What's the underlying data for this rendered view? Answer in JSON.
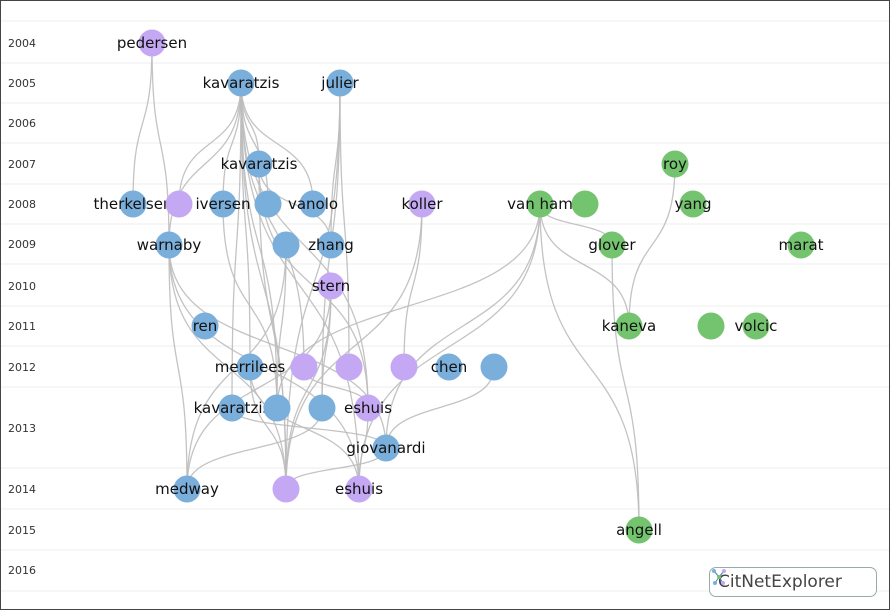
{
  "colors": {
    "blue": "#7aaedb",
    "purple": "#c5a8f3",
    "green": "#74c46f",
    "edge": "#bdbdbd"
  },
  "years": [
    "2004",
    "2005",
    "2006",
    "2007",
    "2008",
    "2009",
    "2010",
    "2011",
    "2012",
    "2013",
    "2014",
    "2015",
    "2016"
  ],
  "nodes": [
    {
      "id": "pedersen",
      "label": "pedersen",
      "cluster": "purple"
    },
    {
      "id": "kavaratzis2005",
      "label": "kavaratzis",
      "cluster": "blue"
    },
    {
      "id": "julier",
      "label": "julier",
      "cluster": "blue"
    },
    {
      "id": "kavaratzis2007",
      "label": "kavaratzis",
      "cluster": "blue"
    },
    {
      "id": "roy",
      "label": "roy",
      "cluster": "green"
    },
    {
      "id": "therkelsen",
      "label": "therkelsen",
      "cluster": "blue"
    },
    {
      "id": "p2008",
      "label": "",
      "cluster": "purple"
    },
    {
      "id": "iversen",
      "label": "iversen",
      "cluster": "blue"
    },
    {
      "id": "b2008",
      "label": "",
      "cluster": "blue"
    },
    {
      "id": "vanolo",
      "label": "vanolo",
      "cluster": "blue"
    },
    {
      "id": "koller",
      "label": "koller",
      "cluster": "purple"
    },
    {
      "id": "vanham",
      "label": "van ham",
      "cluster": "green"
    },
    {
      "id": "g2008",
      "label": "",
      "cluster": "green"
    },
    {
      "id": "yang",
      "label": "yang",
      "cluster": "green"
    },
    {
      "id": "warnaby",
      "label": "warnaby",
      "cluster": "blue"
    },
    {
      "id": "b2009",
      "label": "",
      "cluster": "blue"
    },
    {
      "id": "zhang",
      "label": "zhang",
      "cluster": "blue"
    },
    {
      "id": "glover",
      "label": "glover",
      "cluster": "green"
    },
    {
      "id": "marat",
      "label": "marat",
      "cluster": "green"
    },
    {
      "id": "stern",
      "label": "stern",
      "cluster": "purple"
    },
    {
      "id": "ren",
      "label": "ren",
      "cluster": "blue"
    },
    {
      "id": "kaneva",
      "label": "kaneva",
      "cluster": "green"
    },
    {
      "id": "g2011",
      "label": "",
      "cluster": "green"
    },
    {
      "id": "volcic",
      "label": "volcic",
      "cluster": "green"
    },
    {
      "id": "merrilees",
      "label": "merrilees",
      "cluster": "blue"
    },
    {
      "id": "p2012a",
      "label": "",
      "cluster": "purple"
    },
    {
      "id": "p2012b",
      "label": "",
      "cluster": "purple"
    },
    {
      "id": "p2012c",
      "label": "",
      "cluster": "purple"
    },
    {
      "id": "chen",
      "label": "chen",
      "cluster": "blue"
    },
    {
      "id": "b2012",
      "label": "",
      "cluster": "blue"
    },
    {
      "id": "kavaratzis2013",
      "label": "kavaratzis",
      "cluster": "blue"
    },
    {
      "id": "b2013a",
      "label": "",
      "cluster": "blue"
    },
    {
      "id": "b2013b",
      "label": "",
      "cluster": "blue"
    },
    {
      "id": "eshuis2013",
      "label": "eshuis",
      "cluster": "purple"
    },
    {
      "id": "giovanardi",
      "label": "giovanardi",
      "cluster": "blue"
    },
    {
      "id": "medway",
      "label": "medway",
      "cluster": "blue"
    },
    {
      "id": "p2014",
      "label": "",
      "cluster": "purple"
    },
    {
      "id": "eshuis2014",
      "label": "eshuis",
      "cluster": "purple"
    },
    {
      "id": "angell",
      "label": "angell",
      "cluster": "green"
    }
  ],
  "edges": [
    [
      "pedersen",
      "therkelsen"
    ],
    [
      "pedersen",
      "warnaby"
    ],
    [
      "kavaratzis2005",
      "p2008"
    ],
    [
      "kavaratzis2005",
      "iversen"
    ],
    [
      "kavaratzis2005",
      "b2008"
    ],
    [
      "kavaratzis2005",
      "vanolo"
    ],
    [
      "kavaratzis2005",
      "merrilees"
    ],
    [
      "kavaratzis2005",
      "kavaratzis2013"
    ],
    [
      "kavaratzis2005",
      "b2013a"
    ],
    [
      "kavaratzis2005",
      "p2012a"
    ],
    [
      "kavaratzis2005",
      "eshuis2013"
    ],
    [
      "kavaratzis2005",
      "p2014"
    ],
    [
      "kavaratzis2005",
      "warnaby"
    ],
    [
      "kavaratzis2005",
      "eshuis2014"
    ],
    [
      "kavaratzis2005",
      "kavaratzis2007"
    ],
    [
      "julier",
      "p2012b"
    ],
    [
      "julier",
      "b2013b"
    ],
    [
      "julier",
      "zhang"
    ],
    [
      "julier",
      "p2014"
    ],
    [
      "kavaratzis2007",
      "zhang"
    ],
    [
      "kavaratzis2007",
      "p2014"
    ],
    [
      "kavaratzis2007",
      "eshuis2013"
    ],
    [
      "roy",
      "kaneva"
    ],
    [
      "koller",
      "p2012c"
    ],
    [
      "koller",
      "p2014"
    ],
    [
      "vanham",
      "glover"
    ],
    [
      "vanham",
      "kaneva"
    ],
    [
      "vanham",
      "angell"
    ],
    [
      "vanham",
      "giovanardi"
    ],
    [
      "vanham",
      "eshuis2014"
    ],
    [
      "vanham",
      "b2013a"
    ],
    [
      "glover",
      "angell"
    ],
    [
      "warnaby",
      "medway"
    ],
    [
      "warnaby",
      "p2014"
    ],
    [
      "warnaby",
      "giovanardi"
    ],
    [
      "warnaby",
      "eshuis2014"
    ],
    [
      "b2009",
      "medway"
    ],
    [
      "b2009",
      "b2013a"
    ],
    [
      "stern",
      "p2014"
    ],
    [
      "stern",
      "b2013b"
    ],
    [
      "stern",
      "medway"
    ],
    [
      "iversen",
      "b2013a"
    ],
    [
      "merrilees",
      "p2014"
    ],
    [
      "merrilees",
      "eshuis2014"
    ],
    [
      "p2012a",
      "eshuis2013"
    ],
    [
      "eshuis2013",
      "eshuis2014"
    ],
    [
      "b2012",
      "giovanardi"
    ],
    [
      "kavaratzis2013",
      "giovanardi"
    ],
    [
      "giovanardi",
      "p2014"
    ],
    [
      "b2013b",
      "medway"
    ]
  ],
  "brand": {
    "name": "CitNetExplorer",
    "icon": "citnet-logo-icon"
  }
}
